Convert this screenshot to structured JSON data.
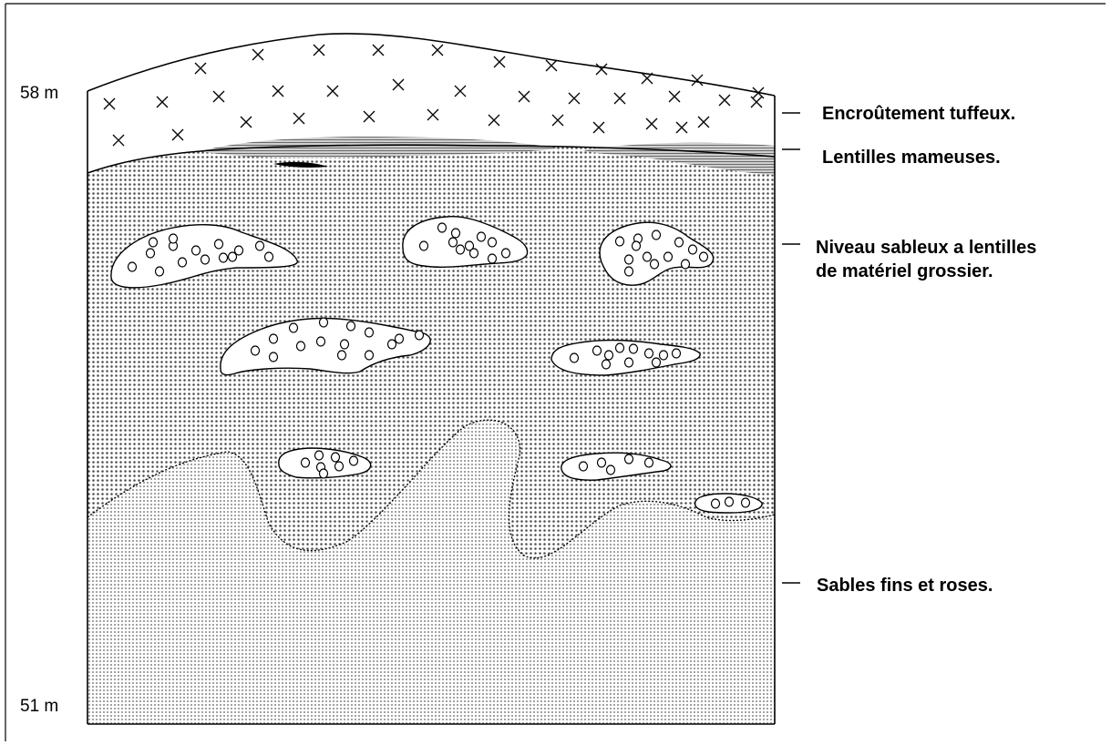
{
  "section": {
    "elevation_top": "58 m",
    "elevation_bottom": "51 m",
    "layers": [
      {
        "id": "encroutement",
        "label": "Encroûtement tuffeux.",
        "pattern": "cross-marks"
      },
      {
        "id": "lentilles-marneuses",
        "label": "Lentilles mameuses.",
        "pattern": "dense-hatch"
      },
      {
        "id": "niveau-sableux",
        "label_line1": "Niveau sableux a lentilles",
        "label_line2": "de matériel grossier.",
        "pattern": "dense-dots"
      },
      {
        "id": "sables-fins",
        "label": "Sables fins et roses.",
        "pattern": "fine-dots"
      }
    ],
    "colors": {
      "ink": "#000000",
      "background": "#ffffff",
      "sand_dense": "#5a5a5a",
      "sand_fine": "#9a9a9a"
    }
  }
}
